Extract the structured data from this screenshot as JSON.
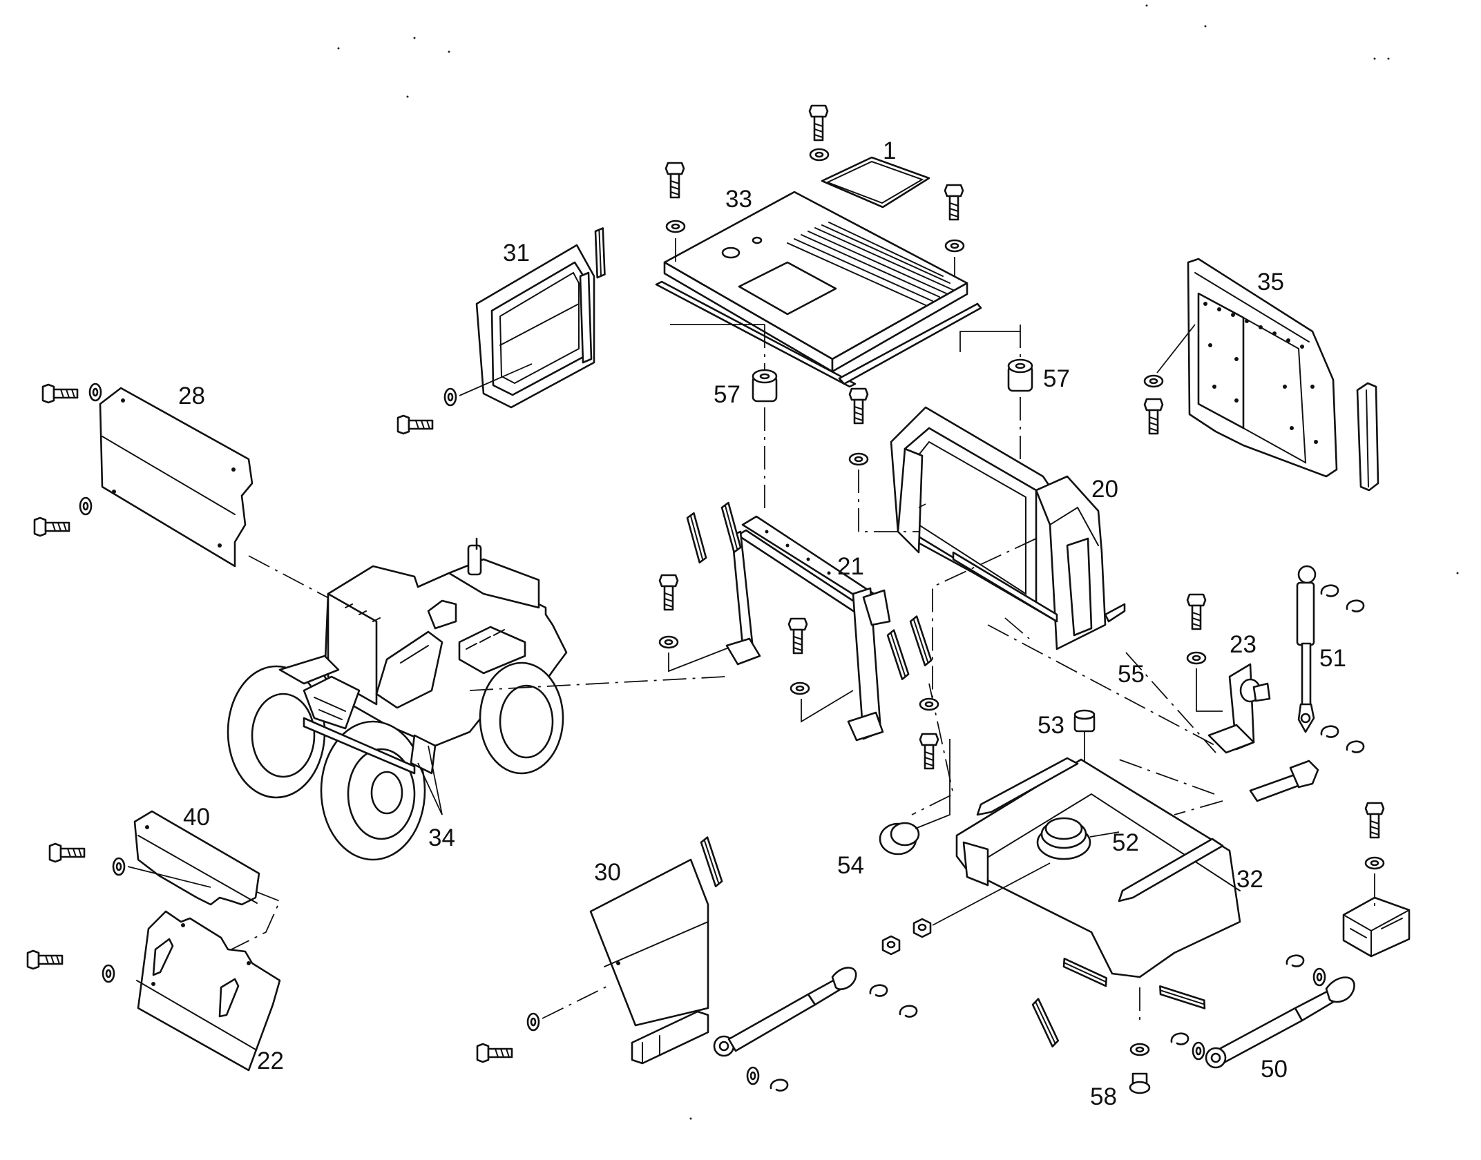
{
  "diagram": {
    "callouts": [
      {
        "id": "part-1",
        "label": "1"
      },
      {
        "id": "part-20",
        "label": "20"
      },
      {
        "id": "part-21",
        "label": "21"
      },
      {
        "id": "part-22",
        "label": "22"
      },
      {
        "id": "part-23",
        "label": "23"
      },
      {
        "id": "part-28",
        "label": "28"
      },
      {
        "id": "part-30",
        "label": "30"
      },
      {
        "id": "part-31",
        "label": "31"
      },
      {
        "id": "part-32",
        "label": "32"
      },
      {
        "id": "part-33",
        "label": "33"
      },
      {
        "id": "part-34",
        "label": "34"
      },
      {
        "id": "part-35",
        "label": "35"
      },
      {
        "id": "part-40",
        "label": "40"
      },
      {
        "id": "part-50",
        "label": "50"
      },
      {
        "id": "part-51",
        "label": "51"
      },
      {
        "id": "part-52",
        "label": "52"
      },
      {
        "id": "part-53",
        "label": "53"
      },
      {
        "id": "part-54",
        "label": "54"
      },
      {
        "id": "part-55",
        "label": "55"
      },
      {
        "id": "part-57a",
        "label": "57"
      },
      {
        "id": "part-57b",
        "label": "57"
      },
      {
        "id": "part-58",
        "label": "58"
      }
    ]
  }
}
